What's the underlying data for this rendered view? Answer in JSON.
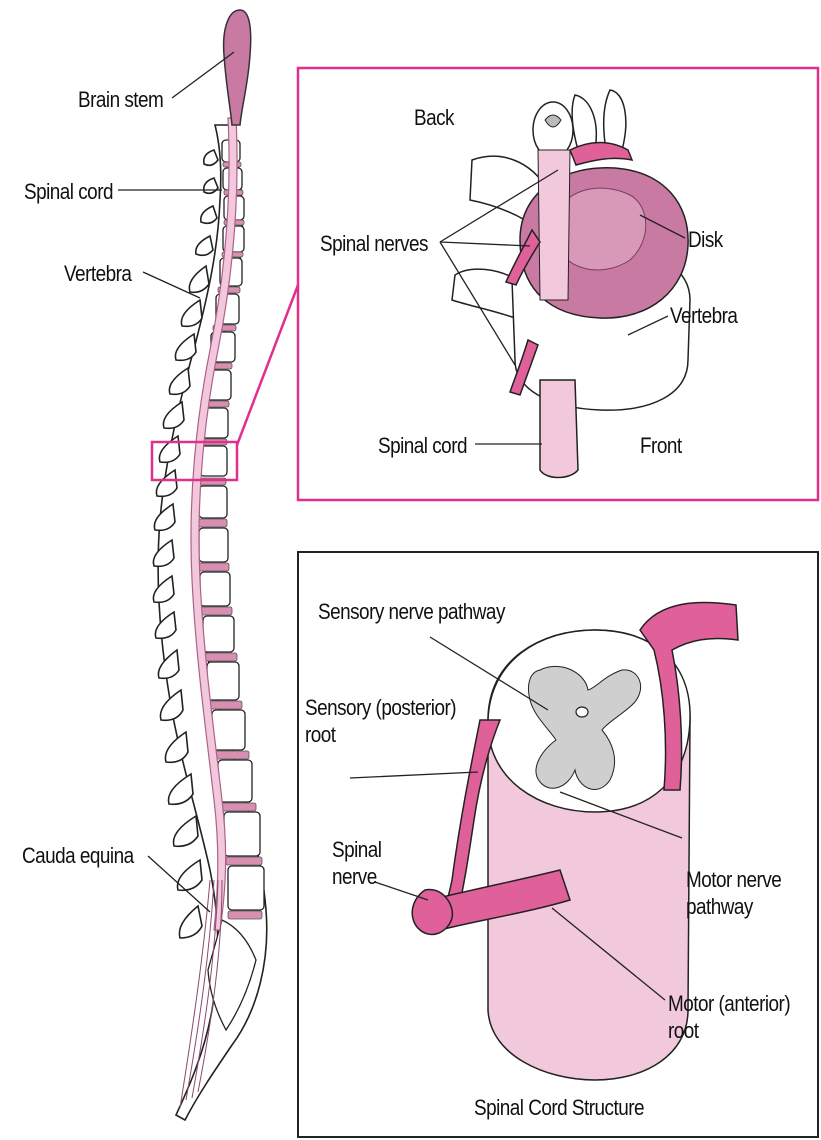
{
  "colors": {
    "tissue_pink": "#d98fb2",
    "tissue_light": "#f2c9dc",
    "nerve_pink": "#e0609a",
    "disk_pink": "#c87aa3",
    "highlight_magenta": "#e0308c",
    "grey_matter": "#cfcfcf",
    "outline": "#222222"
  },
  "labels": {
    "brain_stem": "Brain stem",
    "spinal_cord": "Spinal cord",
    "vertebra": "Vertebra",
    "cauda_equina": "Cauda equina"
  },
  "inset_top": {
    "back": "Back",
    "spinal_nerves": "Spinal nerves",
    "disk": "Disk",
    "vertebra": "Vertebra",
    "spinal_cord": "Spinal cord",
    "front": "Front"
  },
  "inset_bottom": {
    "sensory_pathway": "Sensory nerve pathway",
    "sensory_root": "Sensory (posterior)\nroot",
    "spinal_nerve": "Spinal\nnerve",
    "motor_pathway": "Motor nerve\npathway",
    "motor_root": "Motor (anterior)\nroot",
    "caption": "Spinal Cord Structure"
  }
}
